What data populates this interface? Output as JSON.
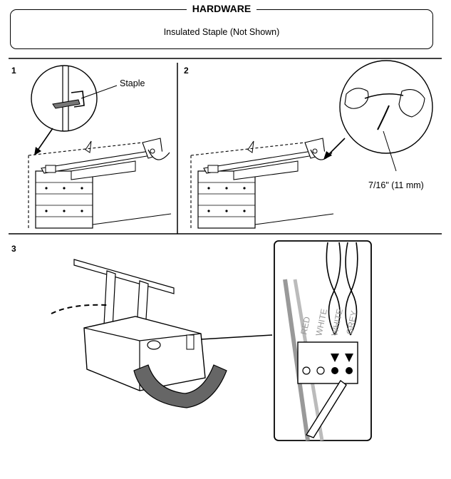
{
  "hardware": {
    "title": "HARDWARE",
    "item": "Insulated Staple (Not Shown)"
  },
  "steps": [
    {
      "number": "1",
      "callout": "Staple"
    },
    {
      "number": "2",
      "callout": "7/16\" (11 mm)"
    },
    {
      "number": "3",
      "wire_labels": [
        "RED",
        "WHITE",
        "WHITE",
        "GREY"
      ]
    }
  ]
}
